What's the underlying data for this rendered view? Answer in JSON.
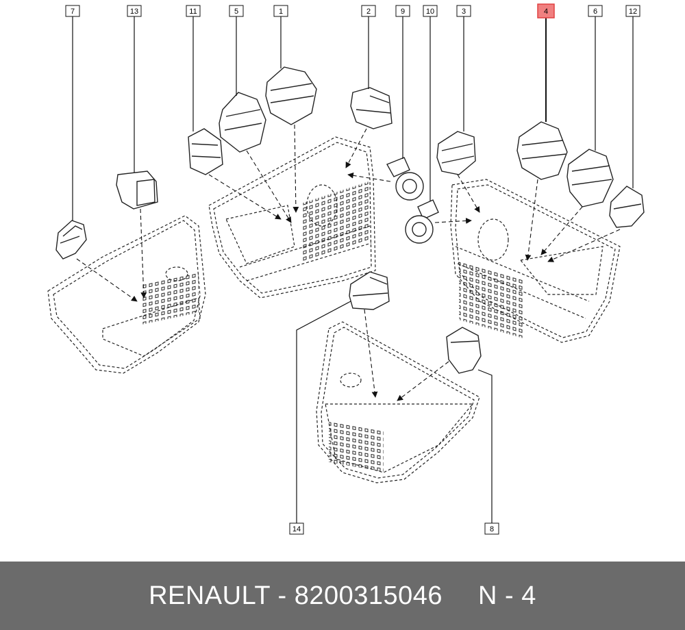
{
  "callouts": [
    {
      "id": "7",
      "label": "7"
    },
    {
      "id": "13",
      "label": "13"
    },
    {
      "id": "11",
      "label": "11"
    },
    {
      "id": "5",
      "label": "5"
    },
    {
      "id": "1",
      "label": "1"
    },
    {
      "id": "2",
      "label": "2"
    },
    {
      "id": "9",
      "label": "9"
    },
    {
      "id": "10",
      "label": "10"
    },
    {
      "id": "3",
      "label": "3"
    },
    {
      "id": "4",
      "label": "4",
      "highlighted": true
    },
    {
      "id": "6",
      "label": "6"
    },
    {
      "id": "12",
      "label": "12"
    },
    {
      "id": "14",
      "label": "14"
    },
    {
      "id": "8",
      "label": "8"
    }
  ],
  "colors": {
    "highlight_fill": "#f08080",
    "highlight_stroke": "#e04040",
    "footer_bg": "#6b6b6b",
    "footer_text": "#ffffff",
    "line": "#222222"
  },
  "footer": {
    "brand_part": "RENAULT - 8200315046",
    "ref_part": "N - 4"
  }
}
